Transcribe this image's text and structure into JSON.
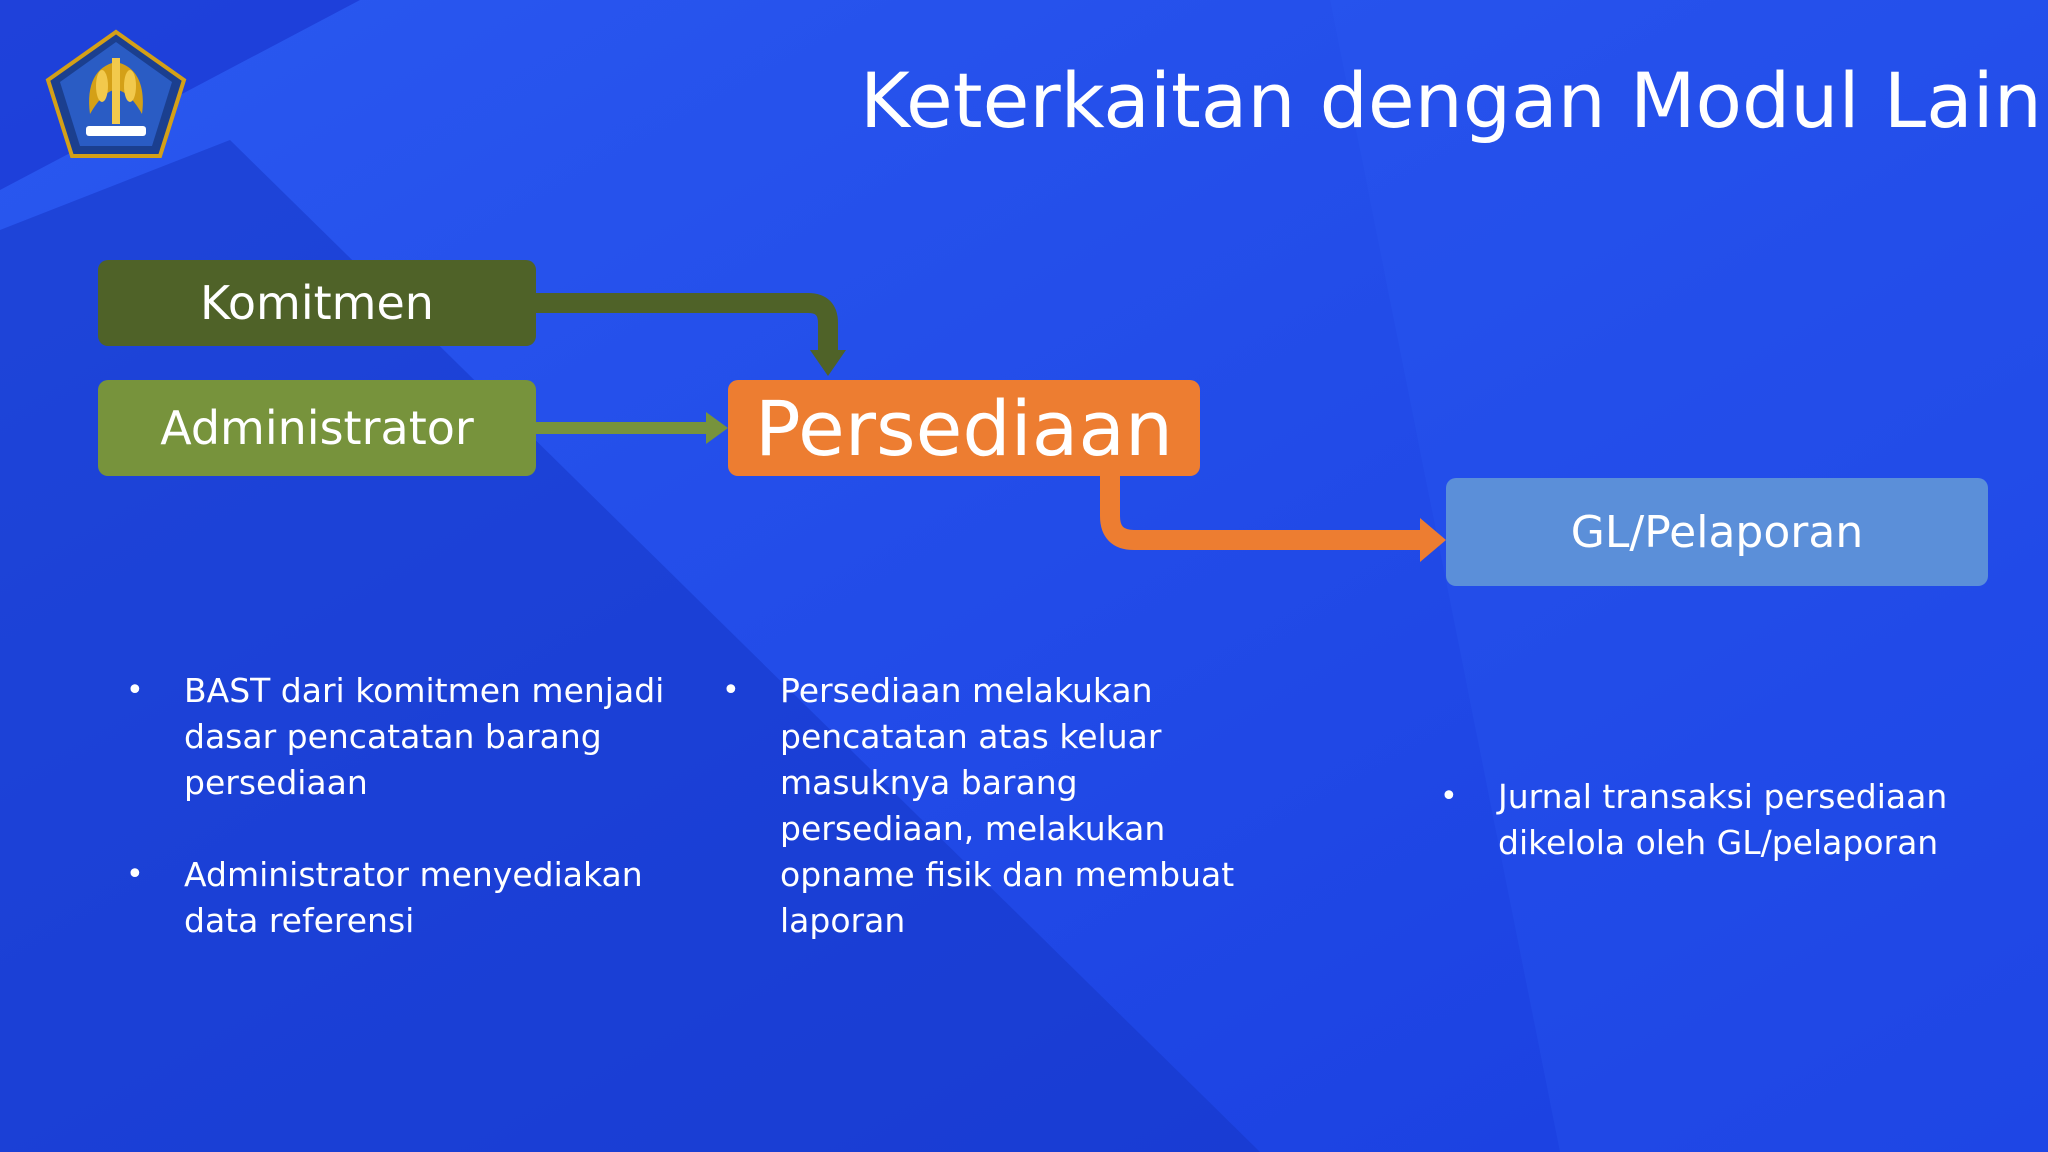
{
  "title": "Keterkaitan dengan Modul Lain",
  "logo": {
    "icon": "kemenkeu-logo-icon",
    "colors": {
      "shield": "#1b3f8f",
      "gold": "#d4a017",
      "white": "#ffffff"
    }
  },
  "boxes": {
    "komitmen": "Komitmen",
    "administrator": "Administrator",
    "persediaan": "Persediaan",
    "gl": "GL/Pelaporan"
  },
  "notes": {
    "col1": [
      "BAST dari  komitmen menjadi dasar pencatatan barang persediaan",
      "Administrator menyediakan data referensi"
    ],
    "col2": [
      "Persediaan melakukan pencatatan atas keluar masuknya barang persediaan, melakukan opname fisik dan membuat laporan"
    ],
    "col3": [
      "Jurnal transaksi persediaan dikelola oleh GL/pelaporan"
    ]
  },
  "colors": {
    "background": "#1f49e6",
    "komitmen": "#4f6228",
    "administrator": "#77933c",
    "persediaan": "#ed7d31",
    "gl": "#5b8fd9"
  }
}
